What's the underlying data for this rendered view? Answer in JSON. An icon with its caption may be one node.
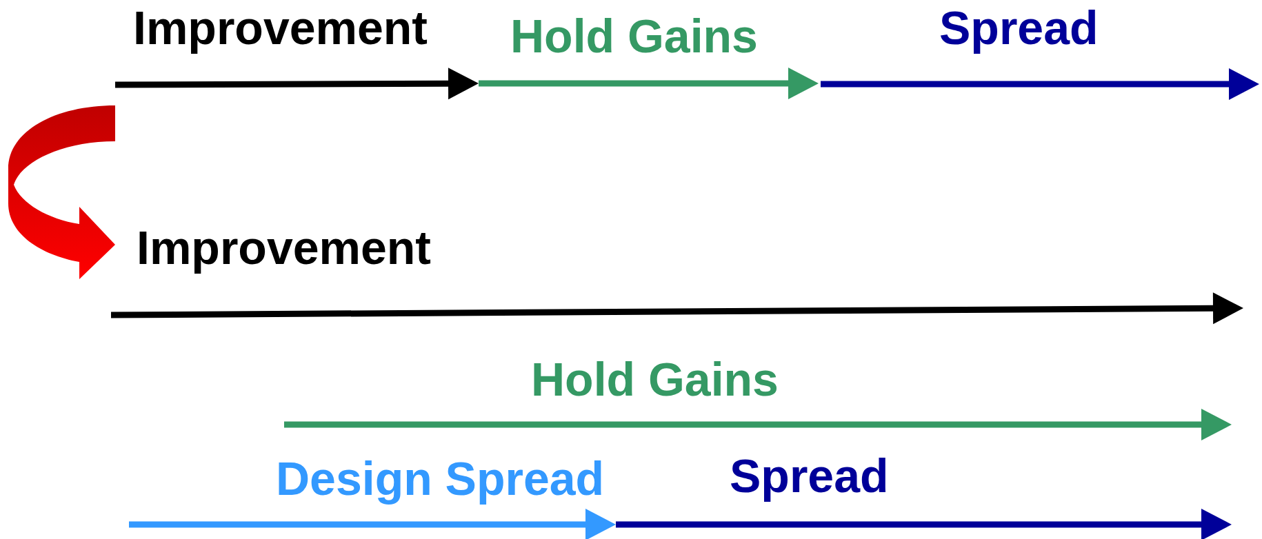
{
  "diagram": {
    "labels": [
      "Improvement",
      "Hold Gains",
      "Spread",
      "Improvement",
      "Hold Gains",
      "Design Spread",
      "Spread"
    ]
  }
}
